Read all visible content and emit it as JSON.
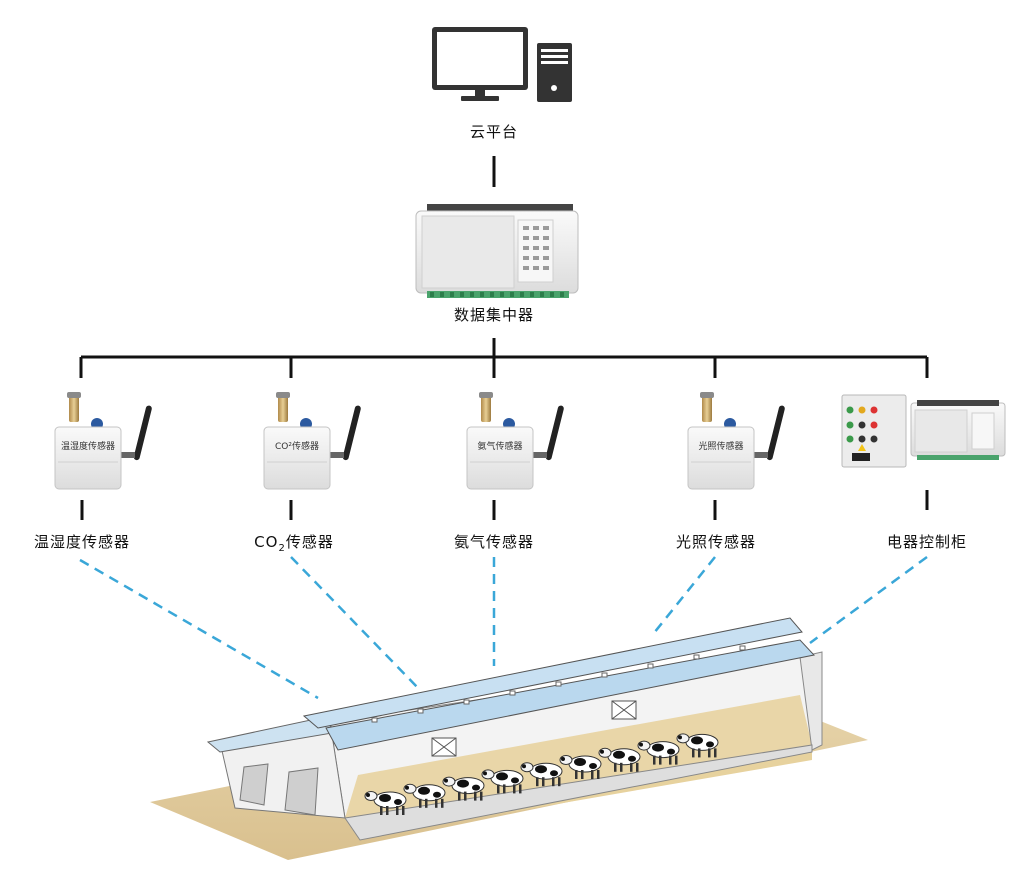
{
  "nodes": {
    "cloud_platform": "云平台",
    "data_concentrator": "数据集中器",
    "temp_humidity_sensor": "温湿度传感器",
    "co2_sensor": {
      "prefix": "CO",
      "subscript": "2",
      "suffix": "传感器"
    },
    "ammonia_sensor": "氨气传感器",
    "light_sensor": "光照传感器",
    "electrical_cabinet": "电器控制柜"
  },
  "device_housing_labels": {
    "temp_humidity": "温湿度传感器",
    "co2": "CO²传感器",
    "ammonia": "氨气传感器",
    "light": "光照传感器"
  },
  "colors": {
    "line": "#111111",
    "wireless_link": "#3aa7d8",
    "roof": "#b9d8ee",
    "barn_wall": "#f2f2f2",
    "floor": "#e3cfa3",
    "device_body": "#eeeeee"
  },
  "icons": {
    "monitor": "monitor-icon",
    "pc_tower": "pc-tower-icon",
    "concentrator": "data-concentrator-device",
    "sensor": "wireless-sensor-device",
    "cabinet": "control-cabinet-device",
    "barn": "livestock-barn-illustration"
  },
  "cow_count": 9
}
